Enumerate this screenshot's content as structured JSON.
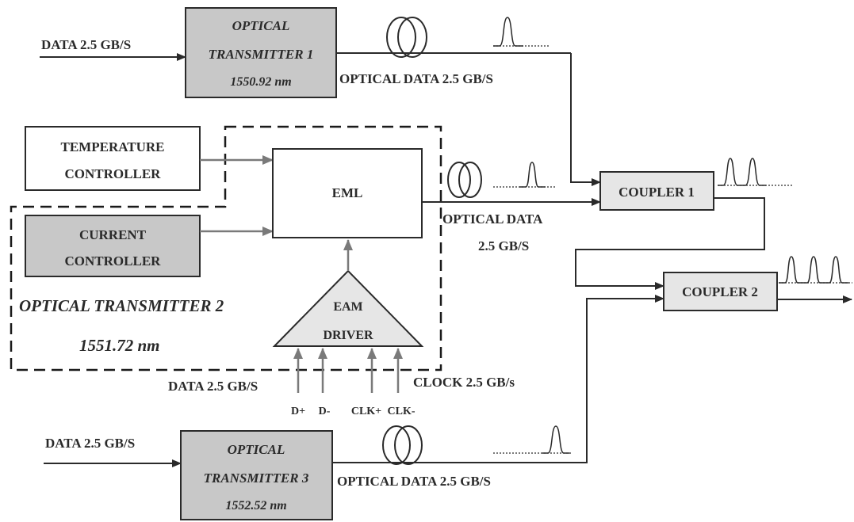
{
  "inputs": {
    "data_in_1": "DATA 2.5 GB/S",
    "data_in_3": "DATA 2.5 GB/S",
    "data_eam": "DATA 2.5 GB/S",
    "clock_eam": "CLOCK 2.5 GB/s"
  },
  "transmitter_1": {
    "line1": "OPTICAL",
    "line2": "TRANSMITTER 1",
    "wavelength": "1550.92 nm"
  },
  "transmitter_3": {
    "line1": "OPTICAL",
    "line2": "TRANSMITTER 3",
    "wavelength": "1552.52 nm"
  },
  "transmitter_2": {
    "title": "OPTICAL TRANSMITTER 2",
    "wavelength": "1551.72 nm"
  },
  "temperature_controller": {
    "line1": "TEMPERATURE",
    "line2": "CONTROLLER"
  },
  "current_controller": {
    "line1": "CURRENT",
    "line2": "CONTROLLER"
  },
  "eml": {
    "label": "EML"
  },
  "eam_driver": {
    "line1": "EAM",
    "line2": "DRIVER"
  },
  "driver_pins": [
    "D+",
    "D-",
    "CLK+",
    "CLK-"
  ],
  "optical_outputs": {
    "out_1": "OPTICAL DATA 2.5 GB/S",
    "out_2_line1": "OPTICAL DATA",
    "out_2_line2": "2.5 GB/S",
    "out_3": "OPTICAL DATA 2.5 GB/S"
  },
  "coupler_1": {
    "label": "COUPLER 1"
  },
  "coupler_2": {
    "label": "COUPLER 2"
  }
}
